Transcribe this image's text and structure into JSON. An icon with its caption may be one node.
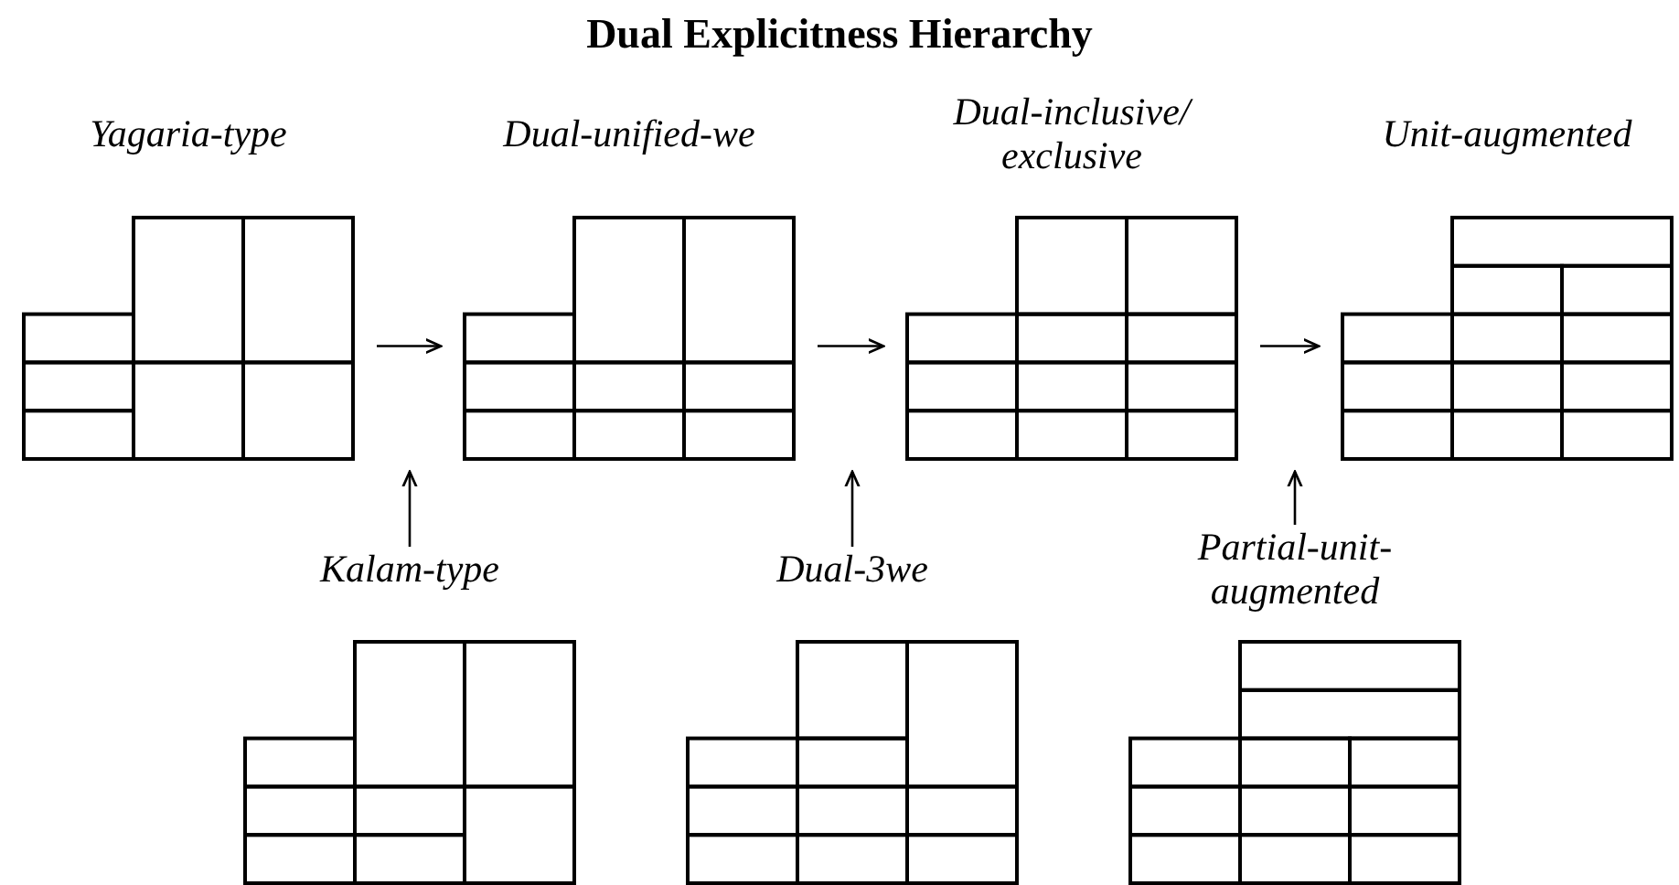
{
  "diagram": {
    "title": "Dual Explicitness Hierarchy",
    "nodes": [
      {
        "text": [
          "Yagaria-type"
        ]
      },
      {
        "text": [
          "Dual-unified-we"
        ]
      },
      {
        "text": [
          "Dual-inclusive/ exclusive"
        ]
      },
      {
        "text": [
          "Unit-augmented"
        ]
      },
      {
        "text": [
          "Kalam-type"
        ]
      },
      {
        "text": [
          "Dual-3we"
        ]
      },
      {
        "text": [
          "Partial-unit-augmented"
        ]
      }
    ],
    "edges": [
      {
        "from": 0,
        "to": 1,
        "arrow": "to"
      },
      {
        "from": 1,
        "to": 2,
        "arrow": "to"
      },
      {
        "from": 2,
        "to": 3,
        "arrow": "to"
      },
      {
        "from": 4,
        "to": null,
        "arrow": "to"
      },
      {
        "from": 5,
        "to": null,
        "arrow": "to"
      },
      {
        "from": 6,
        "to": null,
        "arrow": "to"
      }
    ]
  }
}
